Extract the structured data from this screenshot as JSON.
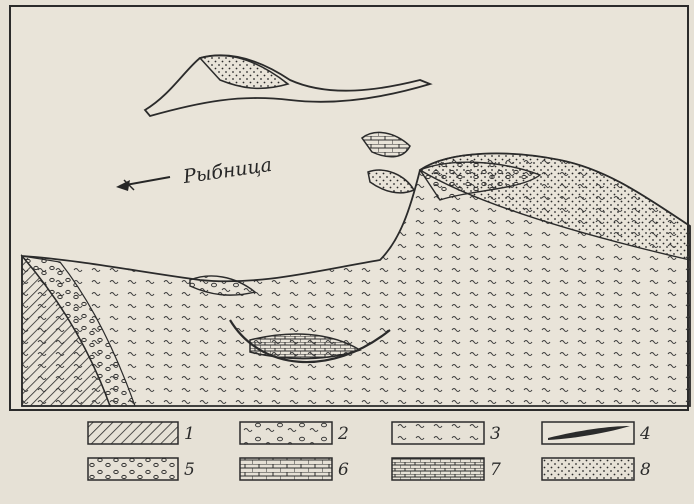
{
  "figure": {
    "place_label": "Рыбница",
    "legend": [
      {
        "num": "1",
        "pattern": "diagonal-hatch"
      },
      {
        "num": "2",
        "pattern": "ovals-wavy"
      },
      {
        "num": "3",
        "pattern": "wavy"
      },
      {
        "num": "4",
        "pattern": "lenses"
      },
      {
        "num": "5",
        "pattern": "small-ovals"
      },
      {
        "num": "6",
        "pattern": "brick-cross"
      },
      {
        "num": "7",
        "pattern": "brick-dense"
      },
      {
        "num": "8",
        "pattern": "dots"
      }
    ]
  }
}
